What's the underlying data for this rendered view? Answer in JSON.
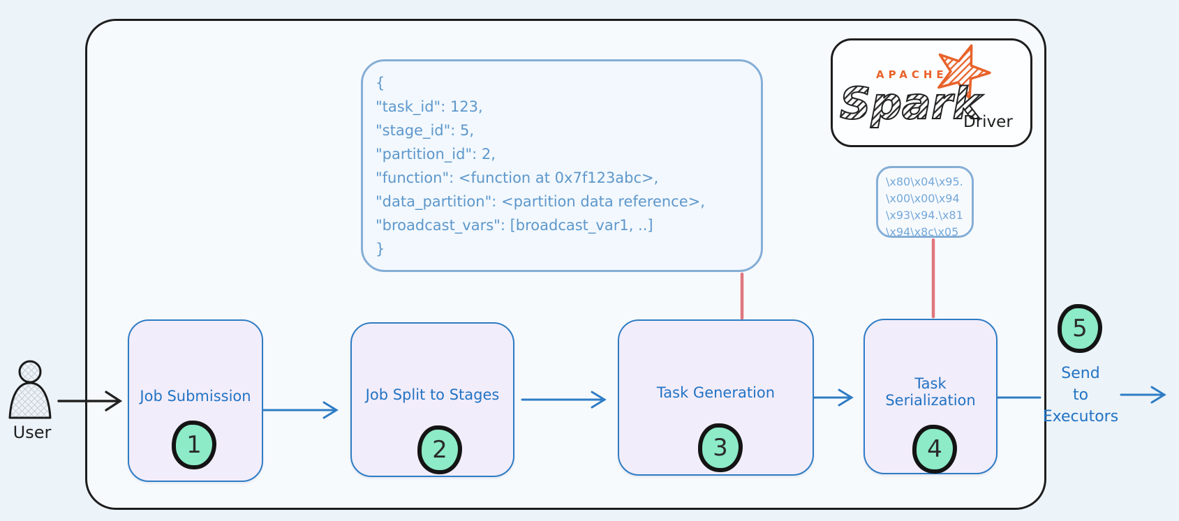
{
  "scene": {
    "user": {
      "label": "User"
    },
    "driver": {
      "label": "Driver",
      "logo": {
        "apache": "APACHE",
        "spark": "Spark"
      }
    },
    "steps": [
      {
        "number": "1",
        "label": "Job Submission"
      },
      {
        "number": "2",
        "label": "Job Split to Stages"
      },
      {
        "number": "3",
        "label": "Task Generation"
      },
      {
        "number": "4",
        "label": "Task\nSerialization"
      }
    ],
    "final_step": {
      "number": "5",
      "label": "Send\nto\nExecutors"
    },
    "task_json": {
      "lines": [
        "{",
        "\"task_id\": 123,",
        "\"stage_id\": 5,",
        "\"partition_id\": 2,",
        "\"function\": <function at 0x7f123abc>,",
        "\"data_partition\": <partition data reference>,",
        "\"broadcast_vars\": [broadcast_var1, ..]",
        "}"
      ]
    },
    "serialized_bytes": {
      "lines": [
        "\\x80\\x04\\x95.",
        "\\x00\\x00\\x94",
        "\\x93\\x94.\\x81",
        "\\x94\\x8c\\x05"
      ]
    },
    "colors": {
      "background": "#ecf3f9",
      "container_border": "#1d1d1d",
      "box_border": "#2e7cc4",
      "box_fill": "#f2edfa",
      "label_blue": "#2273c4",
      "json_text": "#5e97cb",
      "callout_border": "#85aed6",
      "bytes_text": "#74a8d9",
      "badge_fill": "#8debc8",
      "connector_red": "#e0767d",
      "spark_orange": "#e8622a"
    }
  }
}
